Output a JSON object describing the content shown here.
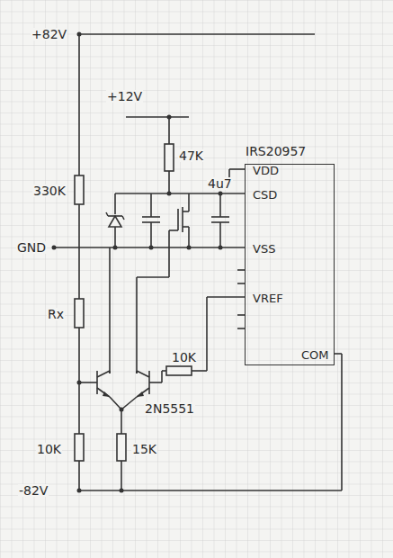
{
  "diagram": {
    "nodes": [
      {
        "text": [
          "IRS20957",
          "VDD",
          "CSD",
          "VSS",
          "VREF",
          "COM"
        ]
      }
    ],
    "edges": [],
    "labels": [
      "+82V",
      "+12V",
      "47K",
      "4u7",
      "330K",
      "GND",
      "Rx",
      "10K",
      "2N5551",
      "10K",
      "15K",
      "-82V"
    ]
  }
}
